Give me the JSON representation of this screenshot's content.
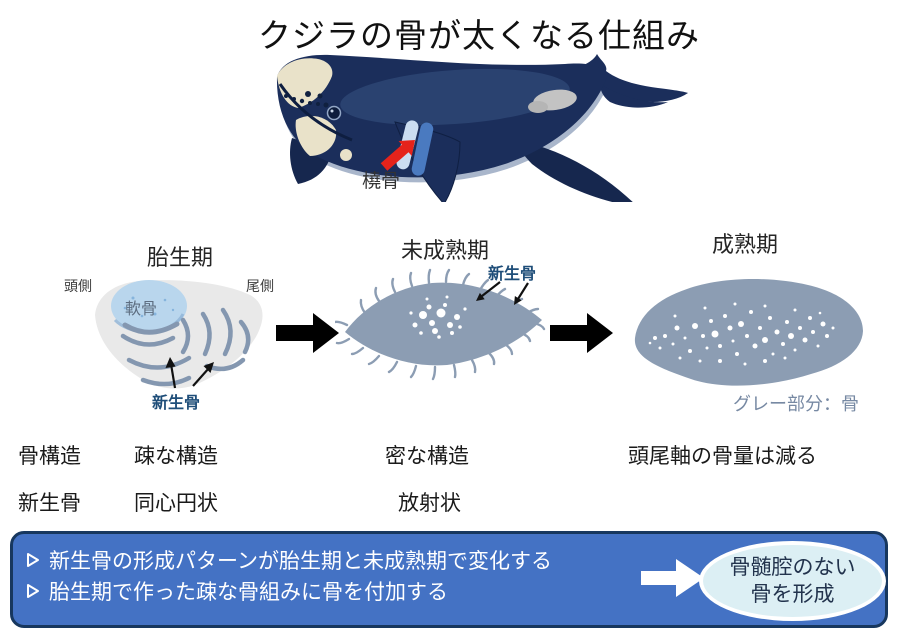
{
  "title": "クジラの骨が太くなる仕組み",
  "whale": {
    "bone_label": "橈骨"
  },
  "stages": {
    "fetal": {
      "title": "胎生期",
      "head_side": "頭側",
      "tail_side": "尾側",
      "cartilage": "軟骨",
      "new_bone": "新生骨"
    },
    "immature": {
      "title": "未成熟期",
      "new_bone": "新生骨"
    },
    "mature": {
      "title": "成熟期",
      "legend": "グレー部分：骨"
    }
  },
  "comparison": {
    "row_bone_structure": {
      "label": "骨構造",
      "fetal": "疎な構造",
      "immature": "密な構造",
      "mature": "頭尾軸の骨量は減る"
    },
    "row_new_bone": {
      "label": "新生骨",
      "fetal": "同心円状",
      "immature": "放射状"
    }
  },
  "summary": {
    "bullet_glyph": "➢",
    "bullets": [
      "新生骨の形成パターンが胎生期と未成熟期で変化する",
      "胎生期で作った疎な骨組みに骨を付加する"
    ],
    "conclusion": {
      "line1": "骨髄腔のない",
      "line2": "骨を形成"
    }
  },
  "colors": {
    "summary_box": "#4472C4",
    "summary_border": "#17375E",
    "bone_gray": "#8C9DB3",
    "new_bone_label": "#1F4E79",
    "cartilage_fill": "#B9D6ED",
    "highlight_red": "#E5231B",
    "conclusion_fill": "#DCEFF4",
    "whale_navy": "#1B2E5B"
  }
}
